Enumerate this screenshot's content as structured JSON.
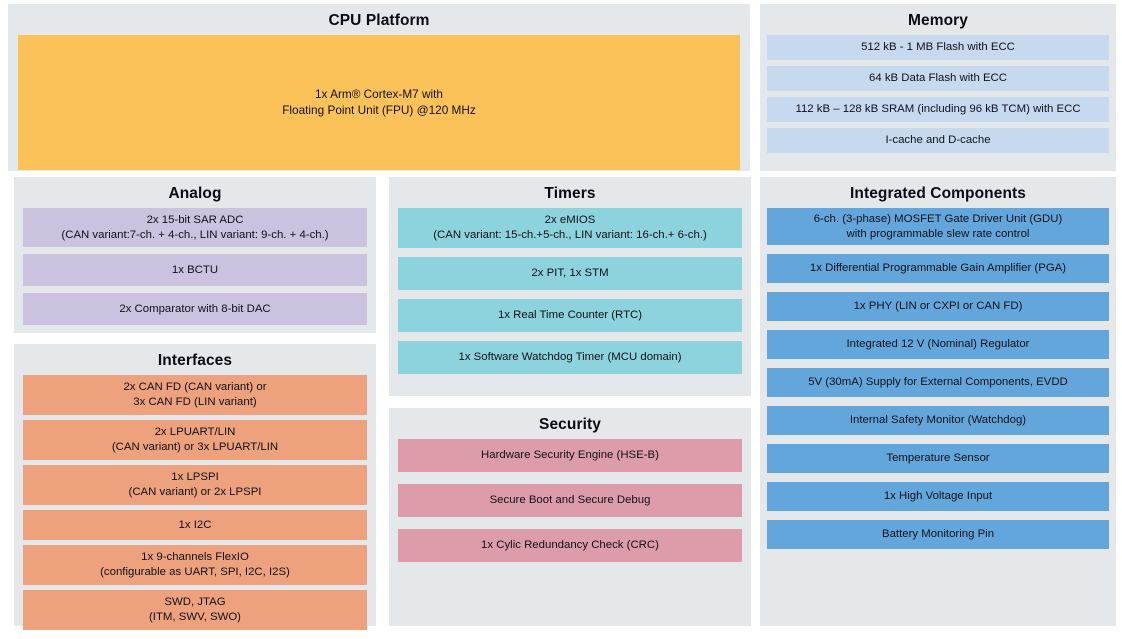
{
  "sections": {
    "cpu": {
      "title": "CPU Platform",
      "blocks": [
        "1x Arm® Cortex-M7 with\nFloating Point Unit (FPU) @120 MHz"
      ]
    },
    "memory": {
      "title": "Memory",
      "blocks": [
        "512 kB - 1 MB Flash with ECC",
        "64 kB Data Flash with ECC",
        "112 kB – 128 kB SRAM (including 96 kB TCM) with ECC",
        "I-cache and D-cache"
      ]
    },
    "analog": {
      "title": "Analog",
      "blocks": [
        "2x 15-bit SAR ADC\n(CAN variant:7-ch. + 4-ch., LIN variant: 9-ch. + 4-ch.)",
        "1x BCTU",
        "2x Comparator with 8-bit DAC"
      ]
    },
    "interfaces": {
      "title": "Interfaces",
      "blocks": [
        "2x CAN FD (CAN variant) or\n3x CAN FD (LIN variant)",
        "2x LPUART/LIN\n(CAN variant) or 3x LPUART/LIN",
        "1x LPSPI\n(CAN variant) or 2x LPSPI",
        "1x I2C",
        "1x 9-channels FlexIO\n(configurable as UART, SPI, I2C, I2S)",
        "SWD, JTAG\n(ITM, SWV, SWO)"
      ]
    },
    "timers": {
      "title": "Timers",
      "blocks": [
        "2x eMIOS\n(CAN variant: 15-ch.+5-ch., LIN variant: 16-ch.+ 6-ch.)",
        "2x PIT, 1x STM",
        "1x Real Time Counter (RTC)",
        "1x Software Watchdog Timer (MCU domain)"
      ]
    },
    "security": {
      "title": "Security",
      "blocks": [
        "Hardware Security Engine (HSE-B)",
        "Secure Boot and Secure Debug",
        "1x Cylic Redundancy Check (CRC)"
      ]
    },
    "integrated": {
      "title": "Integrated Components",
      "blocks": [
        "6-ch. (3-phase) MOSFET Gate Driver Unit (GDU)\nwith programmable slew rate control",
        "1x Differential Programmable Gain Amplifier (PGA)",
        "1x PHY (LIN or CXPI or CAN FD)",
        "Integrated 12 V (Nominal) Regulator",
        "5V (30mA) Supply for External Components, EVDD",
        "Internal Safety Monitor (Watchdog)",
        "Temperature Sensor",
        "1x High Voltage Input",
        "Battery Monitoring Pin"
      ]
    }
  },
  "colors": {
    "panel_background": "#e4e8ea",
    "cpu_block": "#fac258",
    "memory_block": "#c6d9ef",
    "analog_block": "#cac2de",
    "interfaces_block": "#eda17d",
    "timers_block": "#8cd3de",
    "security_block": "#dd9ca9",
    "integrated_block": "#63a6dc",
    "page_background": "#ffffff"
  }
}
